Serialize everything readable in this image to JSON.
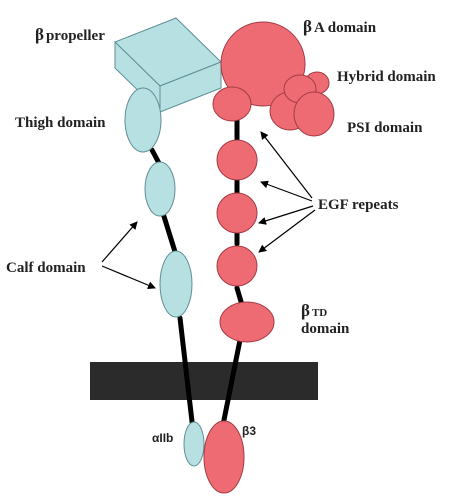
{
  "labels": {
    "beta_propeller": {
      "symbol": "β",
      "text": "propeller"
    },
    "thigh_domain": "Thigh domain",
    "calf_domain": "Calf domain",
    "beta_a_domain": {
      "symbol": "β",
      "text": "A domain"
    },
    "hybrid_domain": "Hybrid domain",
    "psi_domain": "PSI domain",
    "egf_repeats": "EGF repeats",
    "beta_td_domain": {
      "symbol": "β",
      "text": "TD",
      "second_line": "domain"
    },
    "alpha_iib": "αIIb",
    "beta3": "β3"
  },
  "colors": {
    "alpha_subunit": "#b7e0e3",
    "beta_subunit": "#ef6b73",
    "membrane": "#2b2b2b",
    "connector": "#000000"
  }
}
